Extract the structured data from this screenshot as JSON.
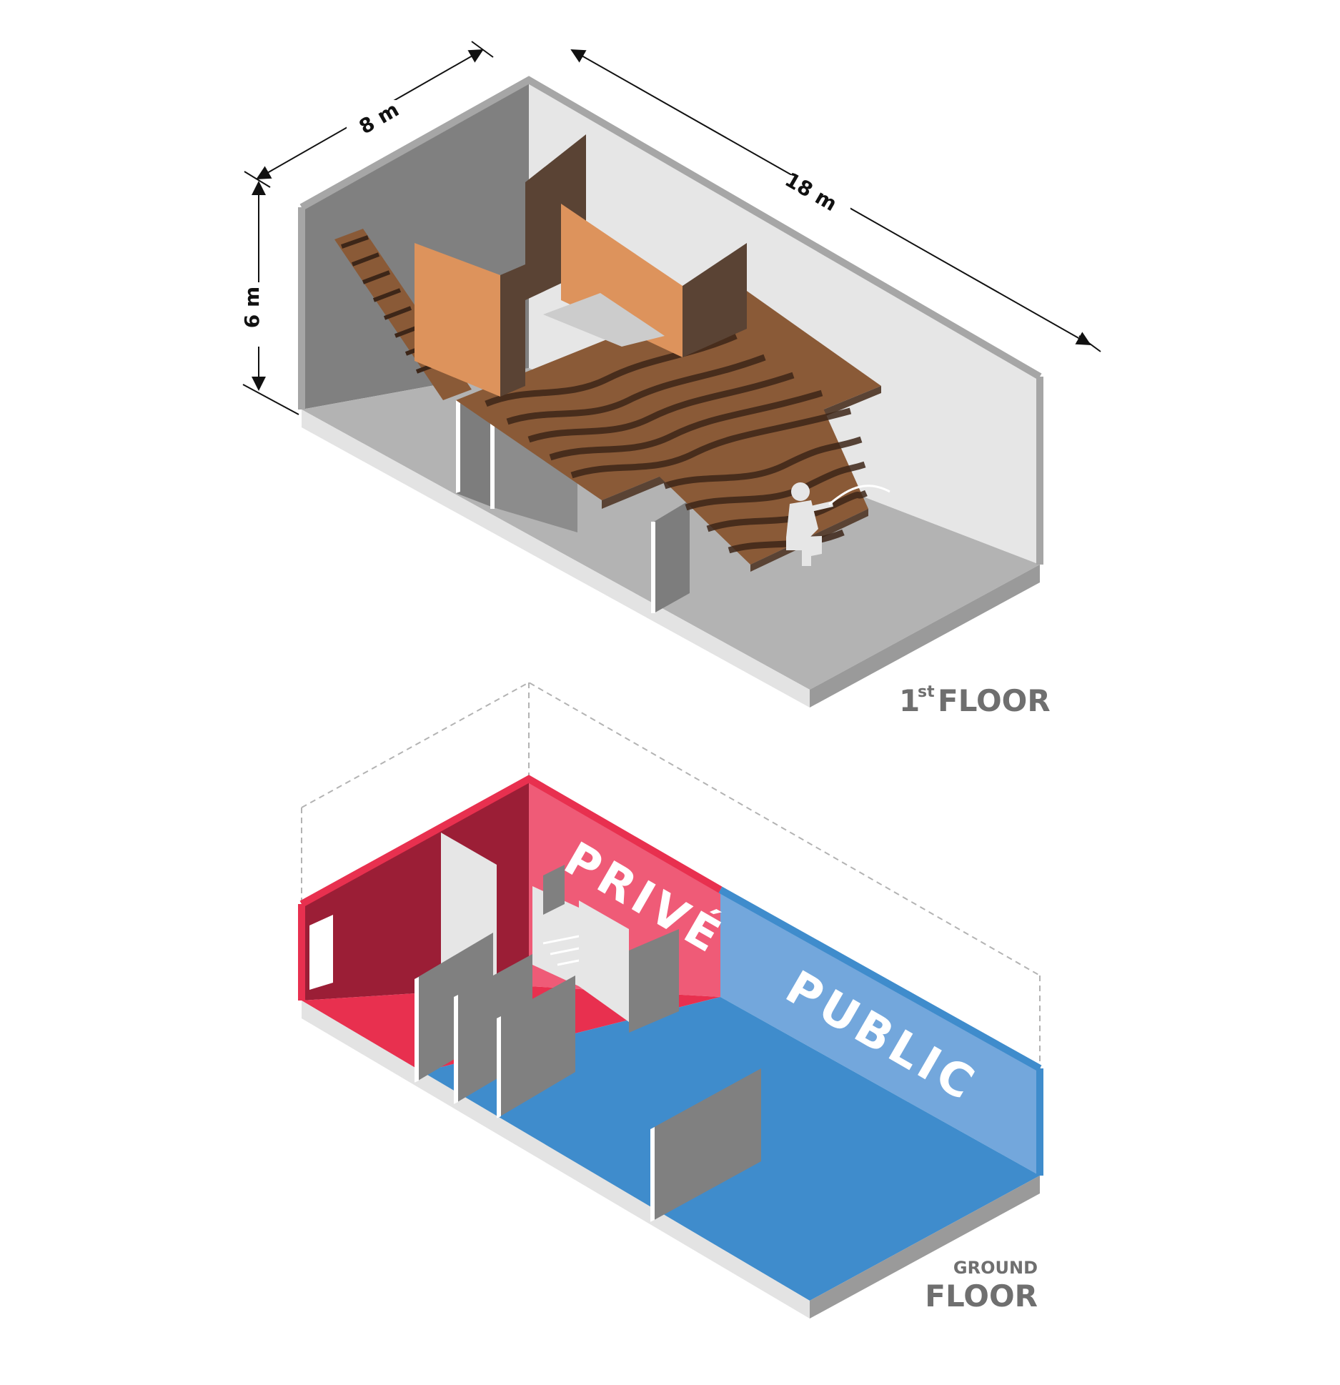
{
  "dimensions": {
    "width_label": "8 m",
    "length_label": "18 m",
    "height_label": "6 m"
  },
  "first_floor": {
    "number": "1",
    "suffix": "st",
    "word": "FLOOR"
  },
  "ground_floor": {
    "line1": "GROUND",
    "line2": "FLOOR"
  },
  "zones": {
    "private": "PRIVÉ",
    "public": "PUBLIC"
  },
  "colors": {
    "private": "#e8304f",
    "private_dark": "#9b1e36",
    "private_light": "#ef5b77",
    "public": "#3f8ccc",
    "public_light": "#73a7dc",
    "wood_dark": "#5a4334",
    "wood_light": "#dd935c",
    "wall_grey": "#808080",
    "floor_grey": "#b3b3b3",
    "wall_light": "#e6e6e6"
  }
}
